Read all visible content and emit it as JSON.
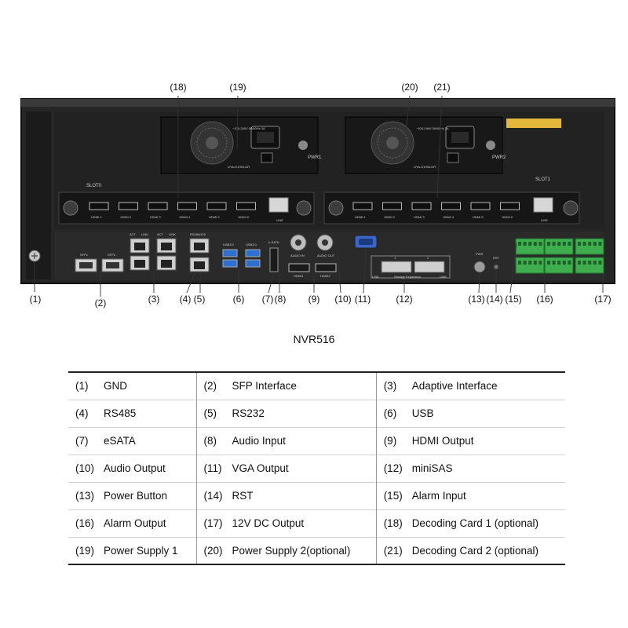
{
  "model": "NVR516",
  "callouts": [
    "(1)",
    "(2)",
    "(3)",
    "(4)",
    "(5)",
    "(6)",
    "(7)",
    "(8)",
    "(9)",
    "(10)",
    "(11)",
    "(12)",
    "(13)",
    "(14)",
    "(15)",
    "(16)",
    "(17)",
    "(18)",
    "(19)",
    "(20)",
    "(21)"
  ],
  "panel_text": {
    "slot0": "SLOT0",
    "slot1": "SLOT1",
    "pwr1": "PWR1",
    "pwr2": "PWR2",
    "psu_model_1": "UYA-D1000-DR",
    "psu_model_2": "UYA-D1000-DR",
    "psu_rating_1": "~100-240V 50/60Hz 3A",
    "psu_rating_2": "~100-240V 50/60Hz 3A",
    "hdmi_card_0": [
      "HDMI 1",
      "HDMI 2",
      "HDMI 3",
      "HDMI 4",
      "HDMI 5",
      "HDMI 6"
    ],
    "hdmi_card_1": [
      "HDMI 1",
      "HDMI 2",
      "HDMI 3",
      "HDMI 4",
      "HDMI 5",
      "HDMI 6"
    ],
    "line_0": "LINE",
    "line_1": "LINE",
    "sfp1": "SFP1",
    "sfp2": "SFP2",
    "eth_act_1": "ACT",
    "eth_link_1": "LINK",
    "eth_act_2": "ACT",
    "eth_link_2": "LINK",
    "rs485": "RS485/422",
    "usb1": "USB3.0",
    "usb2": "USB3.0",
    "esata": "e-SATA",
    "audio_in": "AUDIO IN",
    "audio_out": "AUDIO OUT",
    "hdmi_main_1": "HDMI1",
    "hdmi_main_2": "HDMI2",
    "minisas_1": "1",
    "minisas_2": "2",
    "minisas_label": "Storage Expansion",
    "link_1": "LINK",
    "link_2": "LINK",
    "pwr": "PWR",
    "rst": "RST"
  },
  "legend": [
    [
      {
        "num": "(1)",
        "label": "GND"
      },
      {
        "num": "(2)",
        "label": "SFP Interface"
      },
      {
        "num": "(3)",
        "label": "Adaptive Interface"
      }
    ],
    [
      {
        "num": "(4)",
        "label": "RS485"
      },
      {
        "num": "(5)",
        "label": "RS232"
      },
      {
        "num": "(6)",
        "label": "USB"
      }
    ],
    [
      {
        "num": "(7)",
        "label": "eSATA"
      },
      {
        "num": "(8)",
        "label": "Audio Input"
      },
      {
        "num": "(9)",
        "label": "HDMI Output"
      }
    ],
    [
      {
        "num": "(10)",
        "label": "Audio Output"
      },
      {
        "num": "(11)",
        "label": "VGA Output"
      },
      {
        "num": "(12)",
        "label": "miniSAS"
      }
    ],
    [
      {
        "num": "(13)",
        "label": "Power Button"
      },
      {
        "num": "(14)",
        "label": "RST"
      },
      {
        "num": "(15)",
        "label": "Alarm Input"
      }
    ],
    [
      {
        "num": "(16)",
        "label": "Alarm Output"
      },
      {
        "num": "(17)",
        "label": "12V DC Output"
      },
      {
        "num": "(18)",
        "label": "Decoding Card 1 (optional)"
      }
    ],
    [
      {
        "num": "(19)",
        "label": "Power Supply 1"
      },
      {
        "num": "(20)",
        "label": "Power Supply 2(optional)"
      },
      {
        "num": "(21)",
        "label": "Decoding Card 2 (optional)"
      }
    ]
  ],
  "colors": {
    "chassis": "#2b2b2b",
    "chassis_edge": "#111111",
    "card": "#1d1d1d",
    "port": "#c9c9c9",
    "usb_blue": "#2f6fd1",
    "terminal_green": "#3fae4f",
    "vga_blue": "#3a66c9",
    "gold": "#c9a227",
    "label_sticker": "#e3b83b"
  }
}
